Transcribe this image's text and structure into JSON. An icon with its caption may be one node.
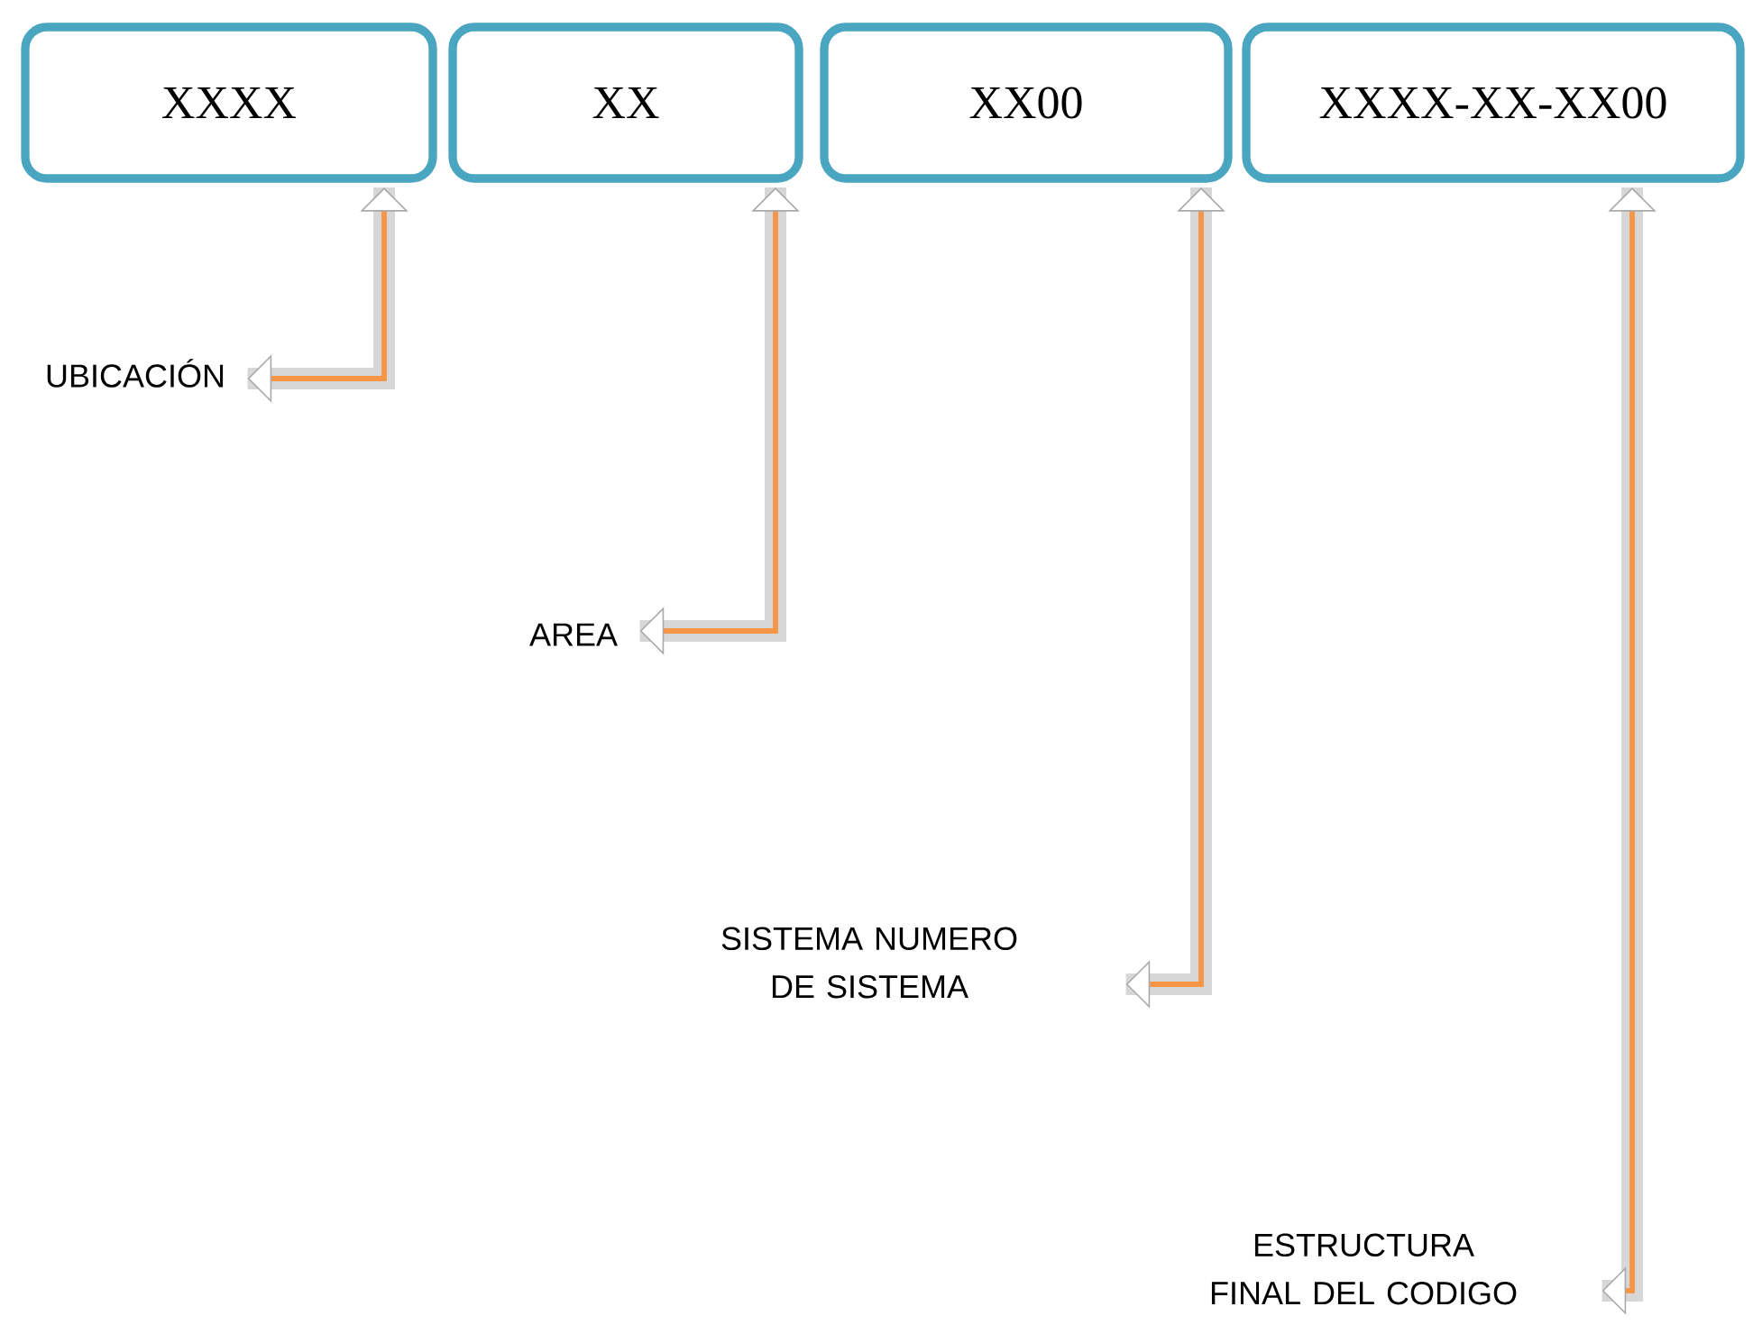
{
  "diagram": {
    "nodes": [
      {
        "text": [
          "XXXX"
        ]
      },
      {
        "text": [
          "XX"
        ]
      },
      {
        "text": [
          "XX00"
        ]
      },
      {
        "text": [
          "XXXX-XX-XX00"
        ]
      },
      {
        "text": [
          "UBICACIÓN"
        ]
      },
      {
        "text": [
          "AREA"
        ]
      },
      {
        "text": [
          "SISTEMA NUMERO DE SISTEMA"
        ]
      },
      {
        "text": [
          "ESTRUCTURA FINAL DEL CODIGO"
        ]
      }
    ],
    "edges": [
      {
        "from": 0,
        "to": 4,
        "arrow": "both"
      },
      {
        "from": 1,
        "to": 5,
        "arrow": "both"
      },
      {
        "from": 2,
        "to": 6,
        "arrow": "both"
      },
      {
        "from": 3,
        "to": 7,
        "arrow": "both"
      }
    ]
  }
}
